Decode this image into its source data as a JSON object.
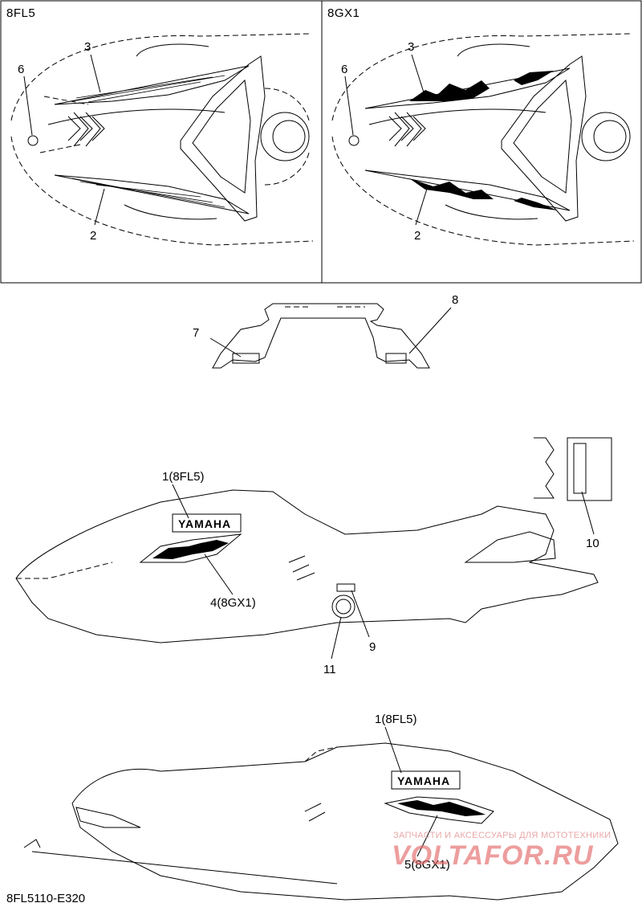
{
  "panels": {
    "left_code": "8FL5",
    "right_code": "8GX1"
  },
  "callouts": {
    "c3_left": "3",
    "c6_left": "6",
    "c2_left": "2",
    "c3_right": "3",
    "c6_right": "6",
    "c2_right": "2",
    "c7": "7",
    "c8": "8",
    "c10": "10",
    "c1_side": "1(8FL5)",
    "c4_side": "4(8GX1)",
    "c9": "9",
    "c11": "11",
    "c1_bottom": "1(8FL5)",
    "c5_bottom": "5(8GX1)"
  },
  "decal_text": {
    "yamaha_side": "YAMAHA",
    "yamaha_bottom": "YAMAHA"
  },
  "drawing_code": "8FL5110-E320",
  "watermark": {
    "subtitle": "ЗАПЧАСТИ И АКСЕССУАРЫ ДЛЯ МОТОТЕХНИКИ",
    "brand": "VOLTAFOR.RU",
    "color": "#e46a6a"
  }
}
